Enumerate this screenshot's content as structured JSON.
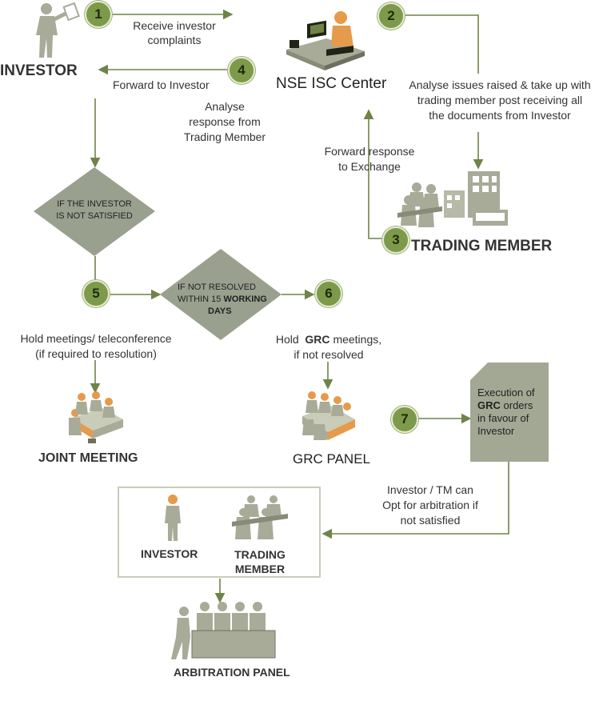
{
  "steps": [
    "1",
    "2",
    "3",
    "4",
    "5",
    "6",
    "7"
  ],
  "labels": {
    "receive": [
      "Receive investor",
      "complaints"
    ],
    "analyse_issues": [
      "Analyse issues raised & take up with",
      "trading member post receiving all",
      "the documents from Investor"
    ],
    "forward_investor": "Forward to Investor",
    "analyse_response": [
      "Analyse",
      "response from",
      "Trading Member"
    ],
    "forward_exchange": [
      "Forward response",
      "to Exchange"
    ],
    "hold_meetings": [
      "Hold meetings/ teleconference",
      "(if required to resolution)"
    ],
    "hold_grc": [
      "Hold",
      "GRC",
      "meetings,",
      "if not resolved"
    ],
    "arbitration_opt": [
      "Investor / TM can",
      "Opt for arbitration if",
      "not satisfied"
    ]
  },
  "nodes": {
    "investor": "INVESTOR",
    "nse": "NSE ISC Center",
    "trading_member": "TRADING MEMBER",
    "joint_meeting": "JOINT MEETING",
    "grc_panel": "GRC PANEL",
    "arbitration_panel": "ARBITRATION PANEL",
    "arb_investor": "INVESTOR",
    "arb_trading_member": [
      "TRADING",
      "MEMBER"
    ]
  },
  "decisions": {
    "not_satisfied": [
      "IF THE INVESTOR",
      "IS NOT SATISFIED"
    ],
    "not_resolved": [
      "IF NOT RESOLVED",
      "WITHIN 15",
      "WORKING",
      "DAYS"
    ]
  },
  "execution_box": [
    "Execution of",
    "GRC",
    "orders",
    "in favour of",
    "Investor"
  ],
  "colors": {
    "badge": "#7d9a4a",
    "line": "#6f8348",
    "decision": "#9aa08e",
    "doc": "#a3a894",
    "icon_gray": "#a7ab98",
    "icon_orange": "#e69a4b"
  }
}
